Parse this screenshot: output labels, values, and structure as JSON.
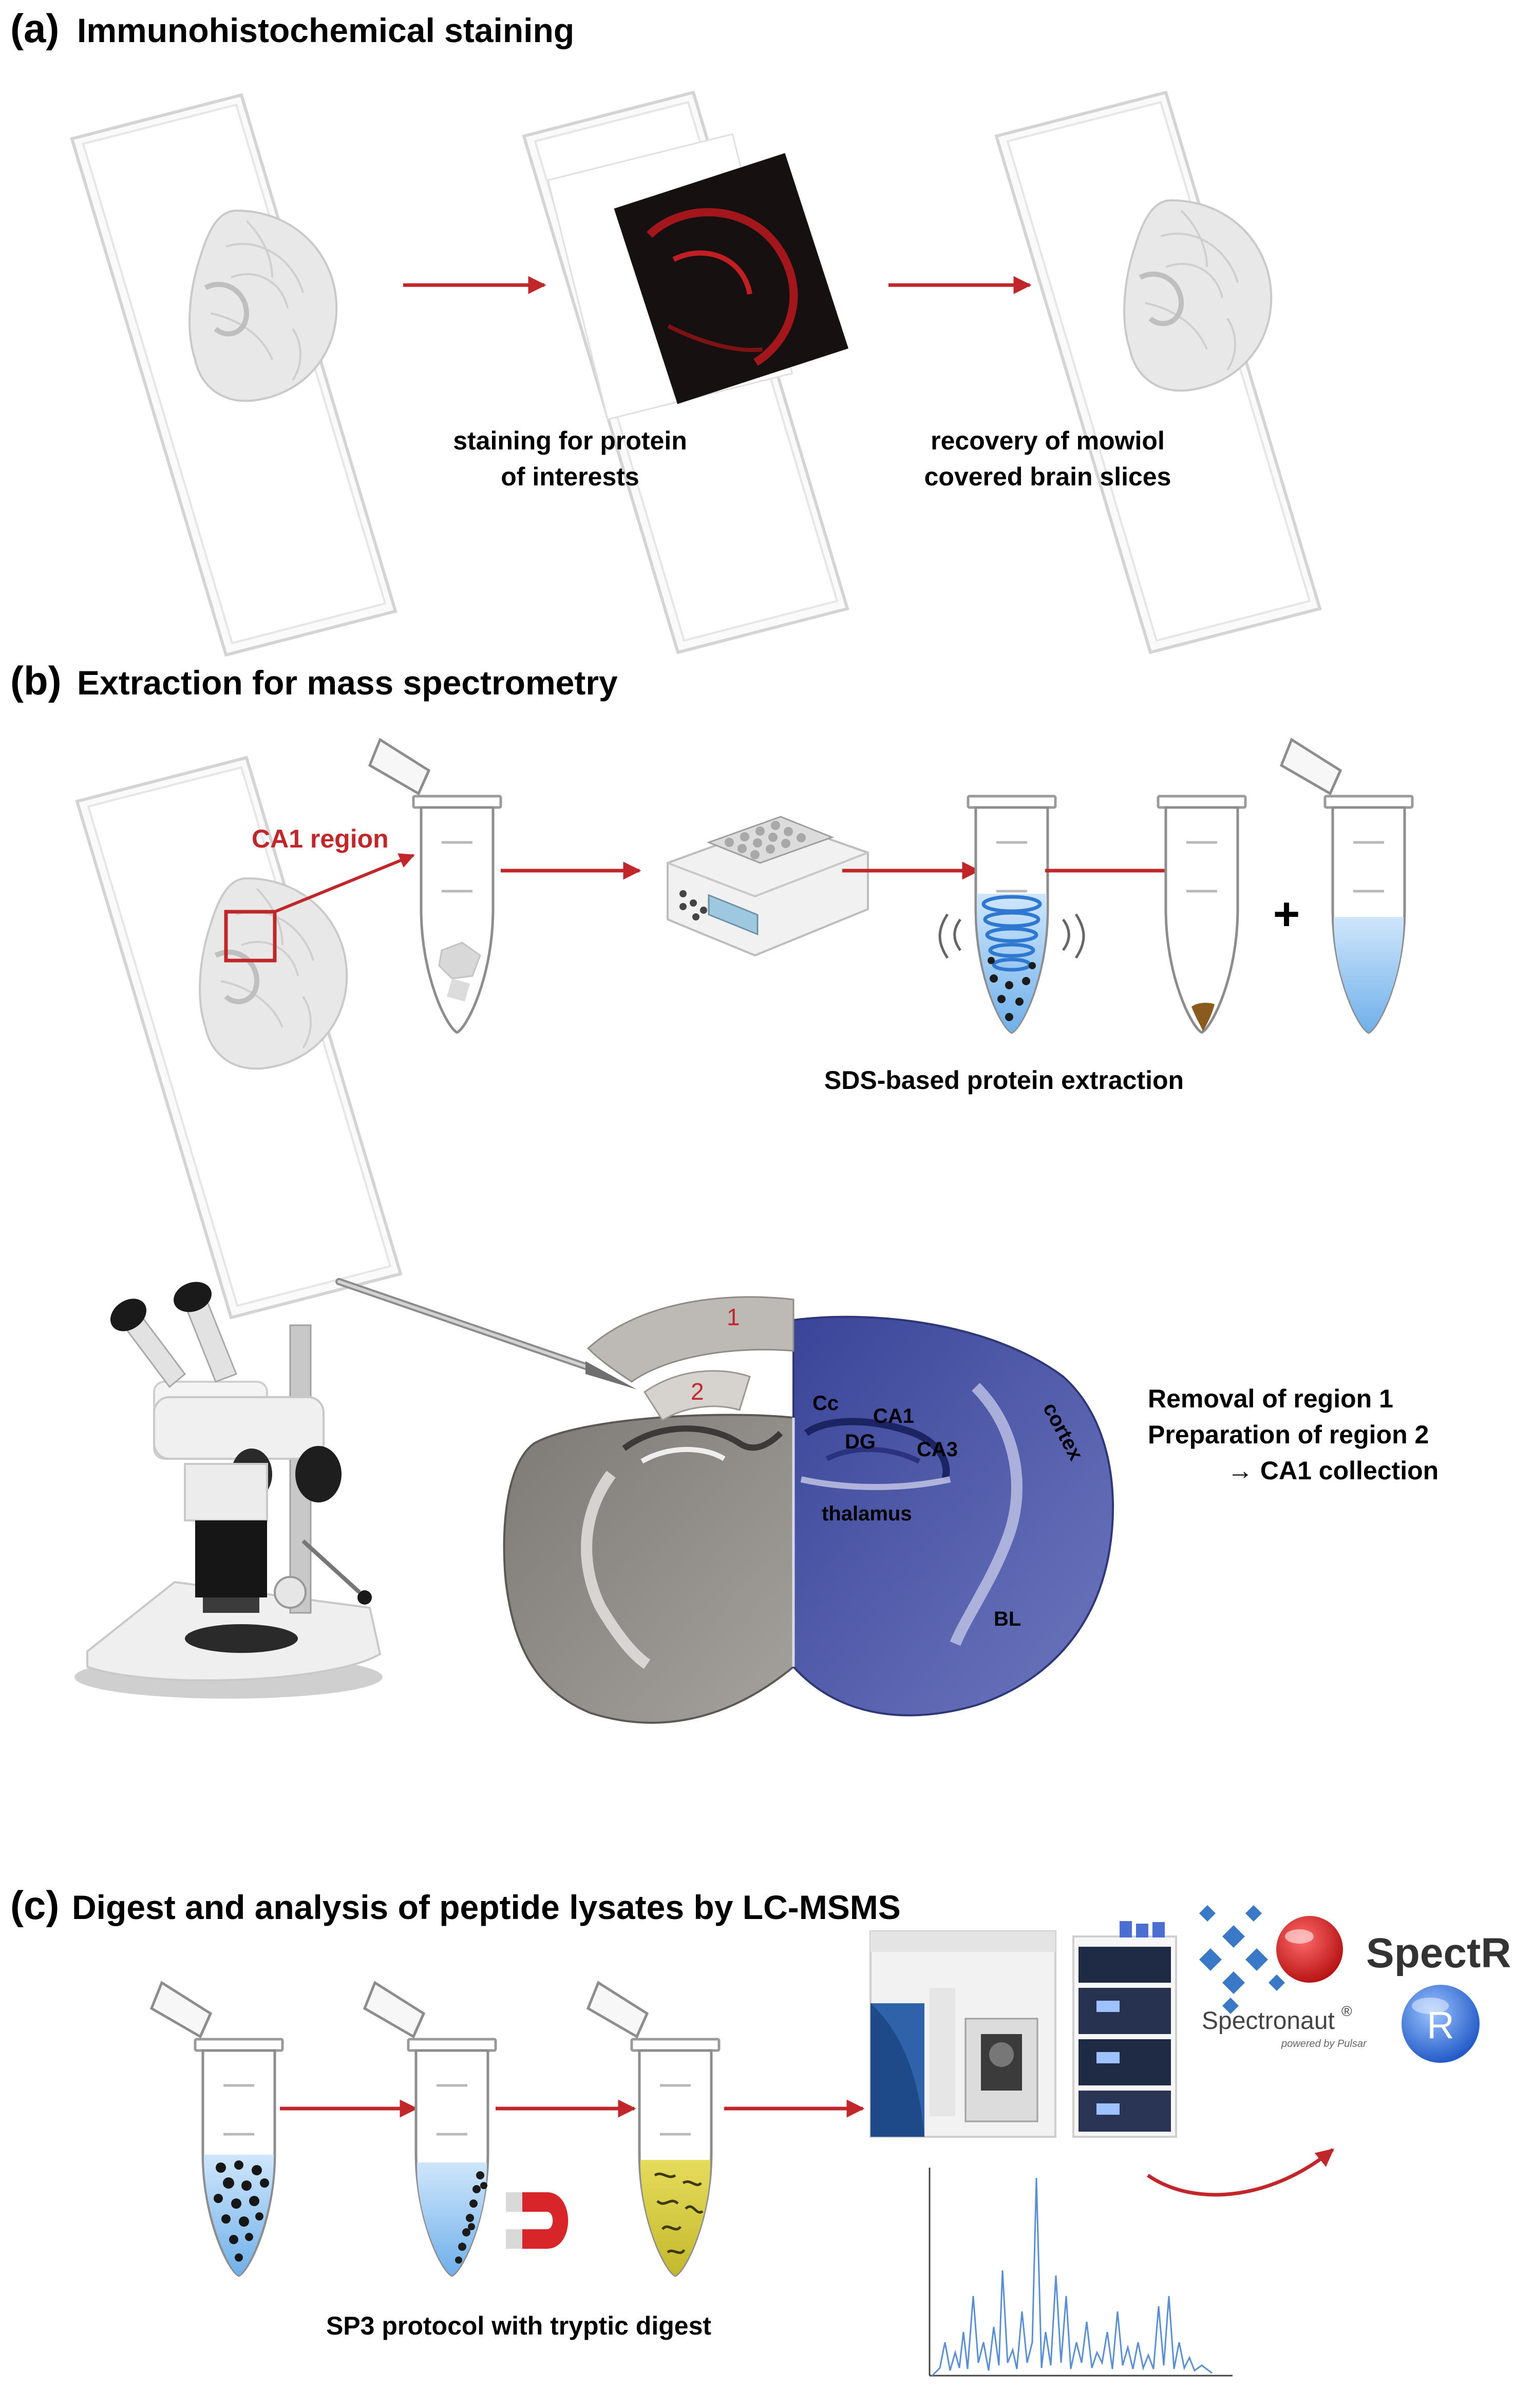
{
  "panels": {
    "a": {
      "letter": "(a)",
      "title": "Immunohistochemical staining",
      "caption1_line1": "staining for protein",
      "caption1_line2": "of interests",
      "caption2_line1": "recovery of mowiol",
      "caption2_line2": "covered brain slices"
    },
    "b": {
      "letter": "(b)",
      "title": "Extraction for mass spectrometry",
      "region_label": "CA1 region",
      "plus": "+",
      "extraction_caption": "SDS-based protein extraction",
      "slice_labels": {
        "r1": "1",
        "r2": "2",
        "cc": "Cc",
        "ca1": "CA1",
        "dg": "DG",
        "ca3": "CA3",
        "cortex": "cortex",
        "thalamus": "thalamus",
        "bl": "BL"
      },
      "steps": {
        "line1": "Removal of region 1",
        "line2": "Preparation of region 2",
        "line3": "→ CA1 collection"
      }
    },
    "c": {
      "letter": "(c)",
      "title": "Digest and analysis of peptide lysates by LC-MSMS",
      "sp3_caption": "SP3 protocol with tryptic digest",
      "software1": "Spectronaut",
      "software1_mark": "®",
      "software1_sub": "powered by Pulsar",
      "software2": "SpectR",
      "software3": "R"
    }
  },
  "colors": {
    "arrow": "#c0262a",
    "region": "#c0262a",
    "liquid": "#8ec3ee",
    "stain": "#a3161b",
    "nissl": "#4a56a6"
  }
}
